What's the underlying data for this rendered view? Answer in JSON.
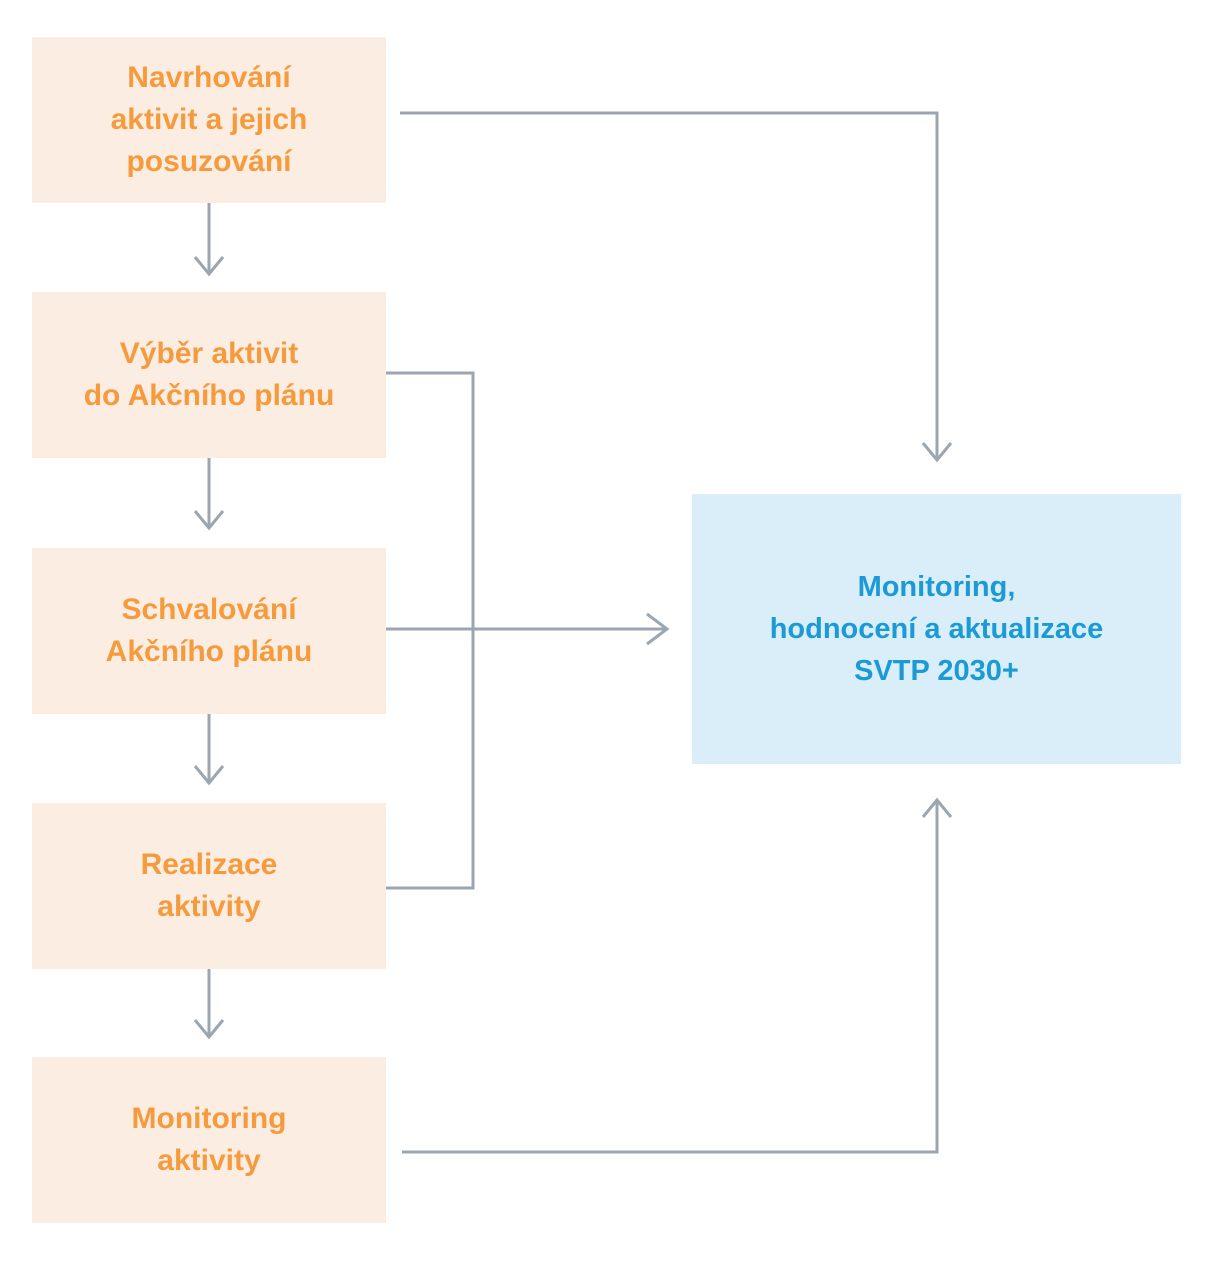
{
  "diagram": {
    "type": "flowchart",
    "colors": {
      "process_bg": "#FCEDE2",
      "process_text": "#F59B3D",
      "highlight_bg": "#D9EEF9",
      "highlight_text": "#1C9AD6",
      "connector": "#9BA6B0",
      "canvas_bg": "#FFFFFF"
    },
    "process_steps": [
      {
        "label": "Navrhování\naktivit a jejich\nposuzování"
      },
      {
        "label": "Výběr aktivit\ndo Akčního plánu"
      },
      {
        "label": "Schvalování\nAkčního plánu"
      },
      {
        "label": "Realizace\naktivity"
      },
      {
        "label": "Monitoring\naktivity"
      }
    ],
    "result_step": {
      "label": "Monitoring,\nhodnocení a aktualizace\nSVTP 2030+"
    }
  }
}
